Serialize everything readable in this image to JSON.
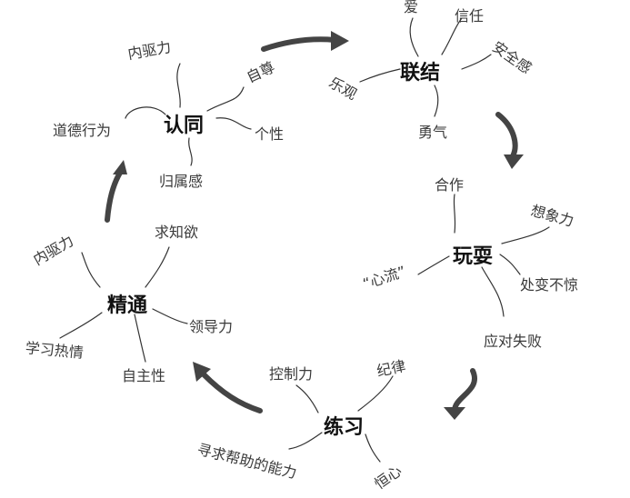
{
  "colors": {
    "ink": "#333333",
    "arrow": "#444444",
    "hub_text": "#111111"
  },
  "hubs": {
    "identity": {
      "label": "认同",
      "branches": [
        "内驱力",
        "自尊",
        "个性",
        "归属感",
        "道德行为"
      ]
    },
    "connection": {
      "label": "联结",
      "branches": [
        "爱",
        "信任",
        "安全感",
        "乐观",
        "勇气"
      ]
    },
    "play": {
      "label": "玩耍",
      "branches": [
        "合作",
        "想象力",
        "处变不惊",
        "“心流”",
        "应对失败"
      ]
    },
    "practice": {
      "label": "练习",
      "branches": [
        "纪律",
        "控制力",
        "恒心",
        "寻求帮助的能力"
      ]
    },
    "mastery": {
      "label": "精通",
      "branches": [
        "内驱力",
        "求知欲",
        "领导力",
        "学习热情",
        "自主性"
      ]
    }
  }
}
